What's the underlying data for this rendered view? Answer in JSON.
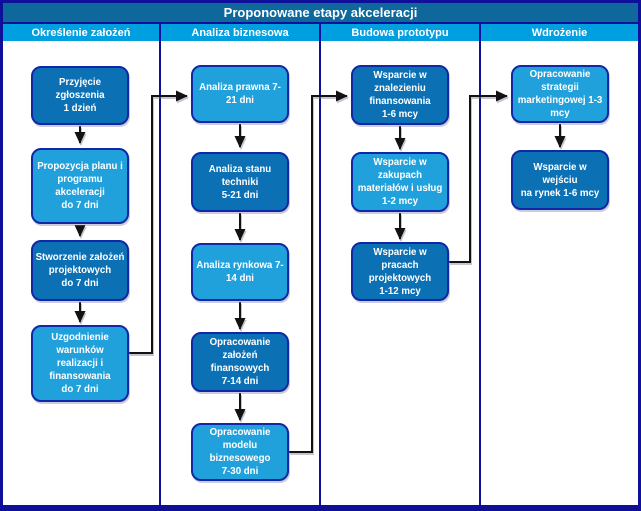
{
  "title": "Proponowane etapy akceleracji",
  "colors": {
    "frame_navy": "#0e109a",
    "title_bg": "#0e689c",
    "header_bg": "#009fdf",
    "box_dark": "#0b71b4",
    "box_light": "#21a1dc",
    "box_border": "#1028a8",
    "arrow": "#121212",
    "text": "#ffffff"
  },
  "columns": [
    {
      "header": "Określenie założeń",
      "boxes": [
        {
          "label": "Przyjęcie\nzgłoszenia\n1 dzień"
        },
        {
          "label": "Propozycja planu i\nprogramu\nakceleracji\ndo 7 dni"
        },
        {
          "label": "Stworzenie założeń\nprojektowych\ndo 7 dni"
        },
        {
          "label": "Uzgodnienie\nwarunków\nrealizacji i\nfinansowania\ndo 7 dni"
        }
      ]
    },
    {
      "header": "Analiza biznesowa",
      "boxes": [
        {
          "label": "Analiza prawna 7-\n21 dni"
        },
        {
          "label": "Analiza stanu\ntechniki\n5-21 dni"
        },
        {
          "label": "Analiza rynkowa 7-\n14 dni"
        },
        {
          "label": "Opracowanie\nzałożeń\nfinansowych\n7-14 dni"
        },
        {
          "label": "Opracowanie\nmodelu\nbiznesowego\n7-30 dni"
        }
      ]
    },
    {
      "header": "Budowa prototypu",
      "boxes": [
        {
          "label": "Wsparcie w\nznalezieniu\nfinansowania\n1-6 mcy"
        },
        {
          "label": "Wsparcie w\nzakupach\nmateriałów i usług\n1-2 mcy"
        },
        {
          "label": "Wsparcie w\npracach\nprojektowych\n1-12 mcy"
        }
      ]
    },
    {
      "header": "Wdrożenie",
      "boxes": [
        {
          "label": "Opracowanie\nstrategii\nmarketingowej 1-3\nmcy"
        },
        {
          "label": "Wsparcie w wejściu\nna rynek 1-6 mcy"
        }
      ]
    }
  ]
}
